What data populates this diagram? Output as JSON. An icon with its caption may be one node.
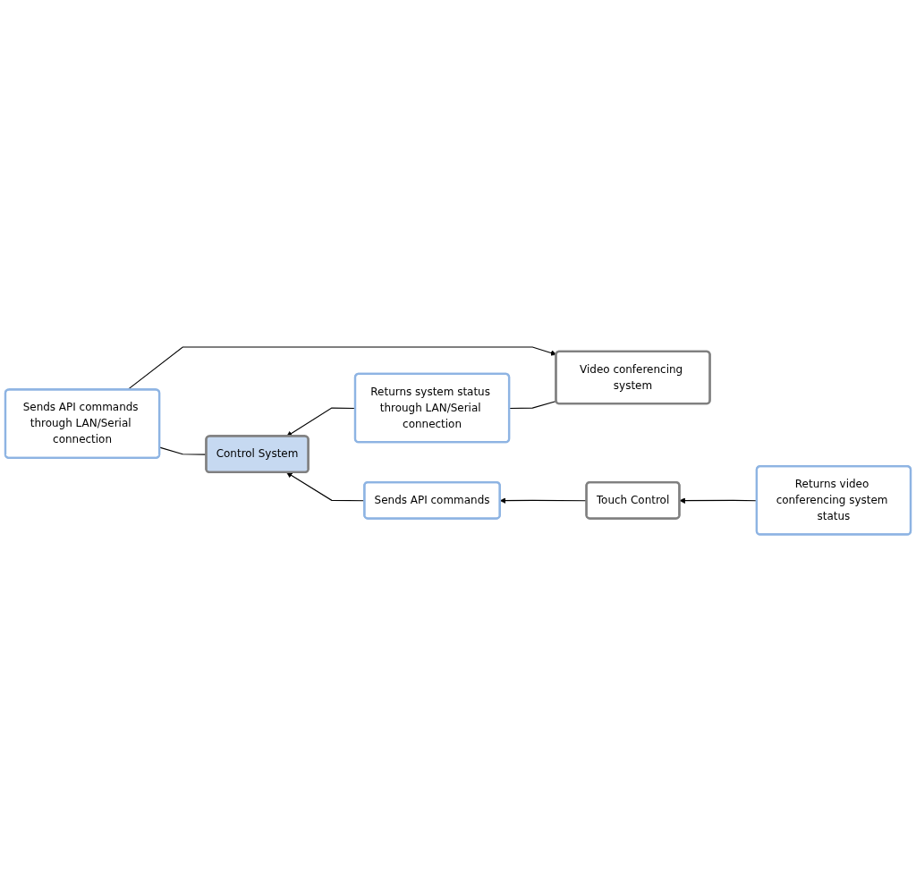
{
  "diagram": {
    "nodes": [
      {
        "text": [
          "Video conferencing system"
        ]
      },
      {
        "text": [
          "Sends API commands through LAN/Serial connection"
        ]
      },
      {
        "text": [
          "Control System"
        ]
      },
      {
        "text": [
          "Returns system status through LAN/Serial connection"
        ]
      },
      {
        "text": [
          "Returns video conferencing system status"
        ]
      },
      {
        "text": [
          "Sends API commands"
        ]
      },
      {
        "text": [
          "Touch Control"
        ]
      }
    ],
    "edges": [
      {
        "from": 2,
        "to": 1,
        "arrow": "none"
      },
      {
        "from": 1,
        "to": 0,
        "arrow": "to"
      },
      {
        "from": 0,
        "to": 3,
        "arrow": "none"
      },
      {
        "from": 3,
        "to": 2,
        "arrow": "to"
      },
      {
        "from": 4,
        "to": 6,
        "arrow": "to"
      },
      {
        "from": 6,
        "to": 5,
        "arrow": "to"
      },
      {
        "from": 5,
        "to": 2,
        "arrow": "to"
      }
    ]
  }
}
